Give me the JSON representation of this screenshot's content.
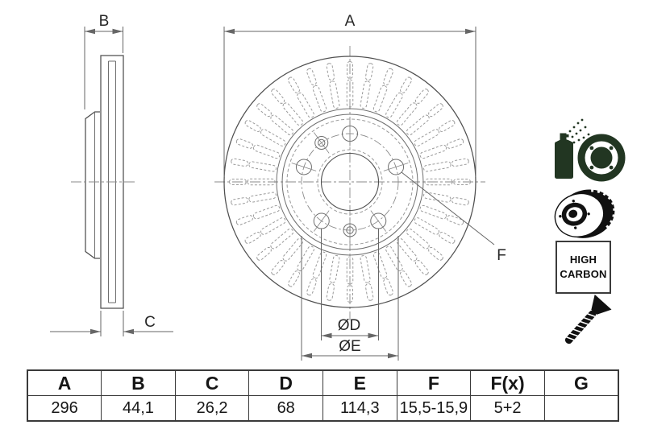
{
  "drawing": {
    "dimension_labels": {
      "A": "A",
      "B": "B",
      "C": "C",
      "D": "ØD",
      "E": "ØE",
      "F": "F"
    }
  },
  "badges": {
    "high_carbon": [
      "HIGH",
      "CARBON"
    ]
  },
  "icons": {
    "spray": "coating-spray-with-disc-icon",
    "vented_disc": "vented-brake-disc-icon",
    "screw": "countersunk-screw-icon"
  },
  "table": {
    "headers": [
      "A",
      "B",
      "C",
      "D",
      "E",
      "F",
      "F(x)",
      "G"
    ],
    "values": [
      "296",
      "44,1",
      "26,2",
      "68",
      "114,3",
      "15,5-15,9",
      "5+2",
      ""
    ]
  },
  "colors": {
    "line": "#4f4f4f",
    "dim": "#666666",
    "dashed": "#9a9a9a",
    "center": "#8a8a8a",
    "text": "#262626",
    "icon_green": "#223622",
    "icon_black": "#111111",
    "tborder": "#3a3a3a",
    "bg": "#ffffff"
  }
}
